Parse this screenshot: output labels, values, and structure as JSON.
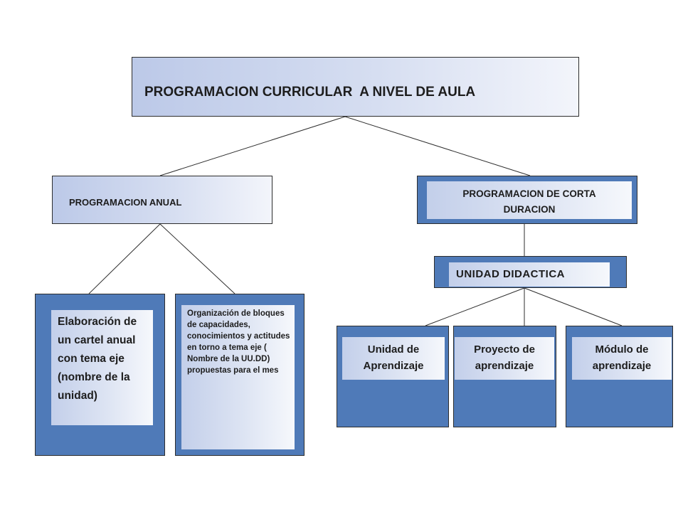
{
  "nodes": {
    "root": "PROGRAMACION CURRICULAR  A NIVEL DE AULA",
    "annual": "PROGRAMACION ANUAL",
    "short_term": "PROGRAMACION DE CORTA DURACION",
    "unit": "UNIDAD DIDACTICA",
    "annual_poster": "Elaboración de un cartel anual con tema eje (nombre de la unidad)",
    "annual_blocks": "Organización de bloques de capacidades, conocimientos y actitudes en torno a tema eje ( Nombre de la UU.DD) propuestas para el mes",
    "learning_unit": "Unidad de Aprendizaje",
    "learning_project": "Proyecto de aprendizaje",
    "learning_module": "Módulo de aprendizaje"
  },
  "colors": {
    "box_blue": "#4f7ab8",
    "gradient_start": "#bcc9e8",
    "gradient_end": "#f3f5fb",
    "text": "#1d1d1d",
    "line": "#2d2d2d"
  }
}
